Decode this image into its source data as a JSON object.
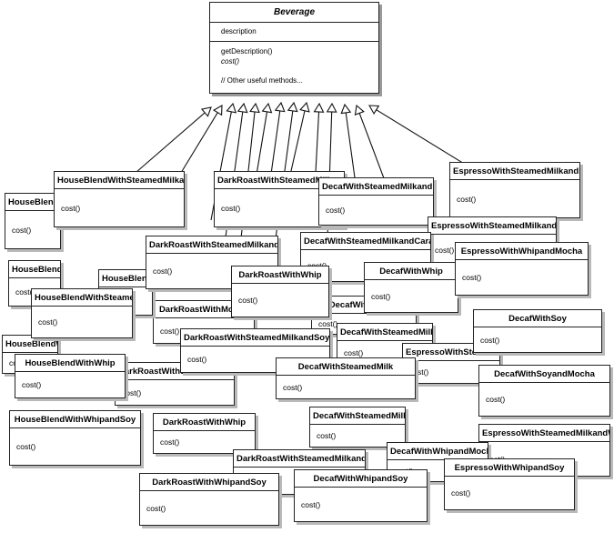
{
  "beverage": {
    "name": "Beverage",
    "field": "description",
    "methods": [
      "getDescription()",
      "cost()"
    ],
    "comment": "// Other useful methods..."
  },
  "method_label": "cost()",
  "classes": [
    "HouseBlendWithSteamedMilkandMocha",
    "DarkRoastWithSteamedMilkandMocha",
    "DecafWithSteamedMilkandMocha",
    "EspressoWithSteamedMilkandMocha",
    "HouseBlendWithSteamedMilk",
    "DarkRoastWithSteamedMilkandCaramel",
    "DecafWithSteamedMilkandCaramel",
    "EspressoWithSteamedMilkandCaramel",
    "EspressoWithWhipandMocha",
    "DarkRoastWithWhip",
    "DecafWithWhip",
    "HouseBlendWithMocha",
    "HouseBlendWithSteamedMilkandSoy",
    "DarkRoastWithMocha",
    "DecafWithMocha",
    "HouseBlendWithSoy",
    "DarkRoastWithSteamedMilkandSoy",
    "DecafWithSteamedMilkandSoy",
    "EspressoWithSteamedMilk",
    "DecafWithSoy",
    "HouseBlendWithWhip",
    "DarkRoastWithSteamedMilk",
    "DecafWithSteamedMilk",
    "DecafWithSoyandMocha",
    "HouseBlendWithWhipandMocha",
    "HouseBlendWithWhipandSoy",
    "DarkRoastWithWhip",
    "DecafWithWhipandMocha",
    "EspressoWithSteamedMilkandWhip",
    "DarkRoastWithSteamedMilkandWhip",
    "DecafWithSteamedMilkandWhip",
    "EspressoWithWhipandSoy",
    "DarkRoastWithWhipandSoy",
    "DecafWithWhipandSoy"
  ]
}
